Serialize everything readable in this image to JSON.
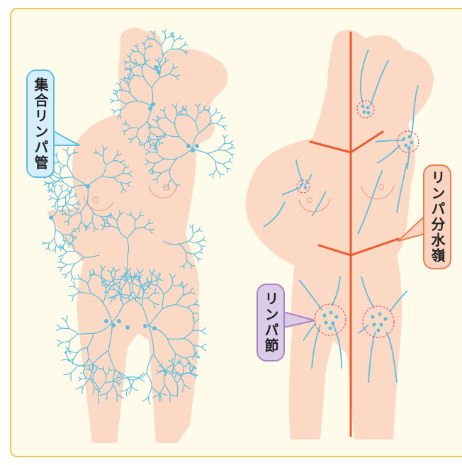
{
  "labels": {
    "collecting_vessels": "集合リンパ管",
    "watershed": "リンパ分水嶺",
    "lymph_node": "リンパ節"
  },
  "icons": {
    "left_figure": "lymphatic-network-body-icon",
    "right_figure": "lymph-flow-body-icon"
  },
  "colors": {
    "frame_border": "#f3c64d",
    "background": "#fffbea",
    "skin": "#fbd9c5",
    "skin_outline": "#e9a48a",
    "vessel": "#5cbfe0",
    "watershed_line": "#ec5a2c",
    "node_circle": "#d7466a",
    "callout_blue_fill": "#d6eefb",
    "callout_blue_border": "#5cbfe0",
    "callout_orange_fill": "#f9d3bf",
    "callout_orange_border": "#ec7d4f",
    "callout_purple_fill": "#dccbe8",
    "callout_purple_border": "#a884c4"
  }
}
